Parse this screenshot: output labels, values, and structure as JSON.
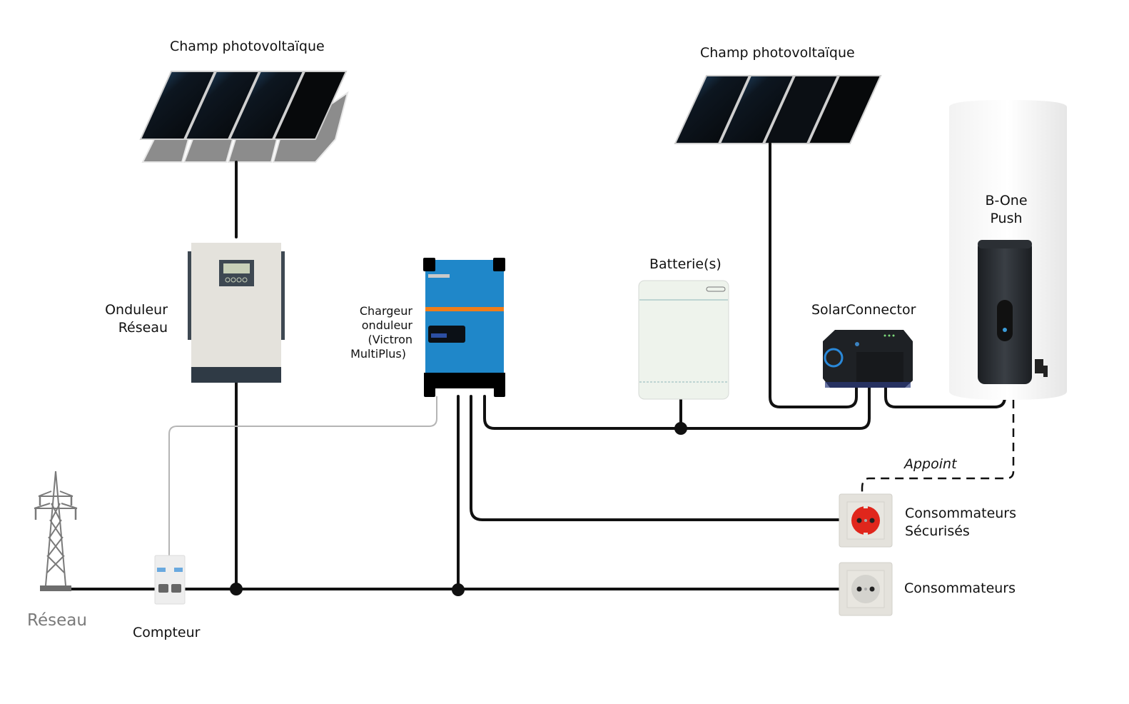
{
  "labels": {
    "pv_field_left": "Champ photovoltaïque",
    "pv_field_right": "Champ photovoltaïque",
    "grid_inverter": [
      "Onduleur",
      "Réseau"
    ],
    "charger_inverter": [
      "Chargeur",
      "onduleur",
      "(Victron",
      "MultiPlus)"
    ],
    "battery": "Batterie(s)",
    "solar_connector": "SolarConnector",
    "b_one_push": [
      "B-One",
      "Push"
    ],
    "appoint": "Appoint",
    "secured_consumers": [
      "Consommateurs",
      "Sécurisés"
    ],
    "consumers": "Consommateurs",
    "grid": "Réseau",
    "meter": "Compteur"
  },
  "colors": {
    "wire": "#111111",
    "comm_wire": "#b5b5b5",
    "victron_blue": "#1f87c9",
    "victron_orange": "#ef7d1a",
    "socket_red": "#e0261c",
    "grid_grey": "#7a7a7a"
  }
}
